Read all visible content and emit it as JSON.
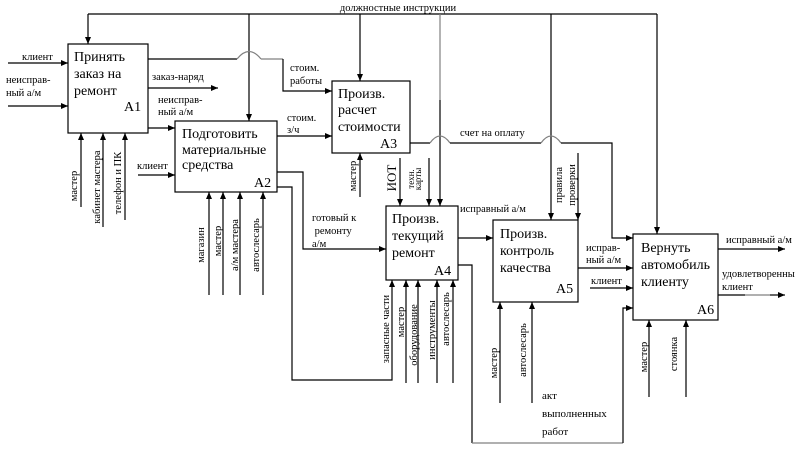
{
  "colors": {
    "line": "#000000",
    "line_gray": "#808080",
    "background": "#ffffff"
  },
  "control_top": {
    "label": "должностные инструкции"
  },
  "activities": [
    {
      "id": "A1",
      "lines": [
        "Принять",
        "заказ на",
        "ремонт"
      ]
    },
    {
      "id": "A2",
      "lines": [
        "Подготовить",
        "материальные",
        "средства"
      ]
    },
    {
      "id": "A3",
      "lines": [
        "Произв.",
        "расчет",
        "стоимости"
      ]
    },
    {
      "id": "A4",
      "lines": [
        "Произв.",
        "текущий",
        "ремонт"
      ]
    },
    {
      "id": "A5",
      "lines": [
        "Произв.",
        "контроль",
        "качества"
      ]
    },
    {
      "id": "A6",
      "lines": [
        "Вернуть",
        "автомобиль",
        "клиенту"
      ]
    }
  ],
  "arrows": {
    "a1_input_client": {
      "lines": [
        "клиент"
      ]
    },
    "a1_input_faulty_car": {
      "lines": [
        "неисправ-",
        "ный а/м"
      ]
    },
    "a1_output_work_cost": {
      "lines": [
        "стоим.",
        "работы"
      ]
    },
    "a1_output_work_order": {
      "lines": [
        "заказ-наряд"
      ]
    },
    "a1_output_faulty_car": {
      "lines": [
        "неисправ-",
        "ный а/м"
      ]
    },
    "a1_mech_master": {
      "lines": [
        "мастер"
      ]
    },
    "a1_mech_office": {
      "lines": [
        "кабинет мастера"
      ]
    },
    "a1_mech_phone_pc": {
      "lines": [
        "телефон и ПК"
      ]
    },
    "a2_input_client": {
      "lines": [
        "клиент"
      ]
    },
    "a2_output_parts_cost": {
      "lines": [
        "стоим.",
        "з/ч"
      ]
    },
    "a2_output_ready_car": {
      "lines": [
        "готовый к",
        " ремонту",
        "а/м"
      ]
    },
    "a2_mech_shop": {
      "lines": [
        "магазин"
      ]
    },
    "a2_mech_master": {
      "lines": [
        "мастер"
      ]
    },
    "a2_mech_master_car": {
      "lines": [
        "а/м мастера"
      ]
    },
    "a2_mech_mechanic": {
      "lines": [
        "автослесарь"
      ]
    },
    "a3_mech_master": {
      "lines": [
        "мастер"
      ]
    },
    "a3_output_invoice": {
      "lines": [
        "счет на оплату"
      ]
    },
    "a4_control_iot": {
      "lines": [
        "ИОТ"
      ]
    },
    "a4_control_tech_cards": {
      "lines": [
        "техн.",
        "карты"
      ]
    },
    "a4_output_fixed_car": {
      "lines": [
        "исправный а/м"
      ]
    },
    "a4_output_work_act": {
      "lines": [
        "акт",
        "выполненных",
        "работ"
      ]
    },
    "a4_mech_spare_parts": {
      "lines": [
        "запасные части"
      ]
    },
    "a4_mech_master": {
      "lines": [
        "мастер"
      ]
    },
    "a4_mech_equipment": {
      "lines": [
        "оборудование"
      ]
    },
    "a4_mech_tools": {
      "lines": [
        "инструменты"
      ]
    },
    "a4_mech_mechanic": {
      "lines": [
        "автослесарь"
      ]
    },
    "a5_control_rules": {
      "lines": [
        "правила",
        "проверки"
      ]
    },
    "a5_output_fixed_car": {
      "lines": [
        "исправ-",
        "ный а/м"
      ]
    },
    "a5_mech_master": {
      "lines": [
        "мастер"
      ]
    },
    "a5_mech_mechanic": {
      "lines": [
        "автослесарь"
      ]
    },
    "a6_input_client": {
      "lines": [
        "клиент"
      ]
    },
    "a6_output_fixed_car": {
      "lines": [
        "исправный а/м"
      ]
    },
    "a6_output_satisfied_client": {
      "lines": [
        "удовлетворенны",
        "клиент"
      ]
    },
    "a6_mech_master": {
      "lines": [
        "мастер"
      ]
    },
    "a6_mech_parking": {
      "lines": [
        "стоянка"
      ]
    }
  }
}
